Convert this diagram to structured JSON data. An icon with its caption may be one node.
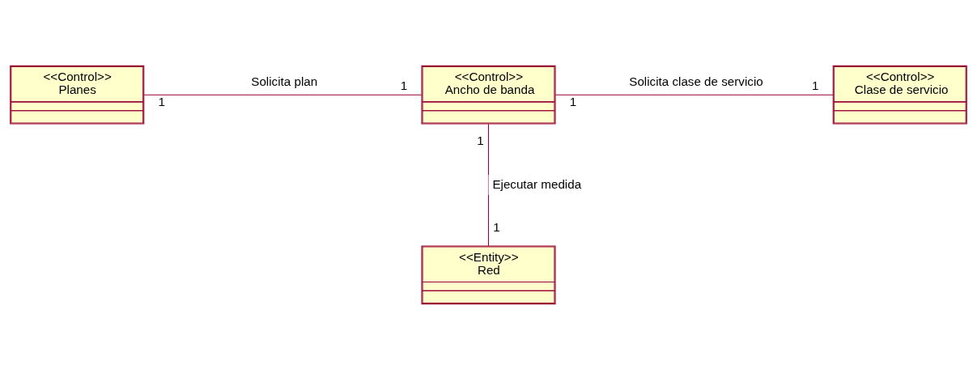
{
  "diagram": {
    "nodes": [
      {
        "text": [
          "<<Control>>",
          "Planes"
        ]
      },
      {
        "text": [
          "<<Control>>",
          "Ancho de banda"
        ]
      },
      {
        "text": [
          "<<Control>>",
          "Clase de servicio"
        ]
      },
      {
        "text": [
          "<<Entity>>",
          "Red"
        ]
      }
    ],
    "edges": [
      {
        "from": 0,
        "to": 1,
        "arrow": "none",
        "label": "Solicita plan"
      },
      {
        "from": 1,
        "to": 2,
        "arrow": "none",
        "label": "Solicita clase de servicio"
      },
      {
        "from": 1,
        "to": 3,
        "arrow": "none",
        "label": "Ejecutar medida"
      }
    ],
    "labels": [
      "1",
      "1",
      "1",
      "1",
      "1",
      "1"
    ]
  }
}
